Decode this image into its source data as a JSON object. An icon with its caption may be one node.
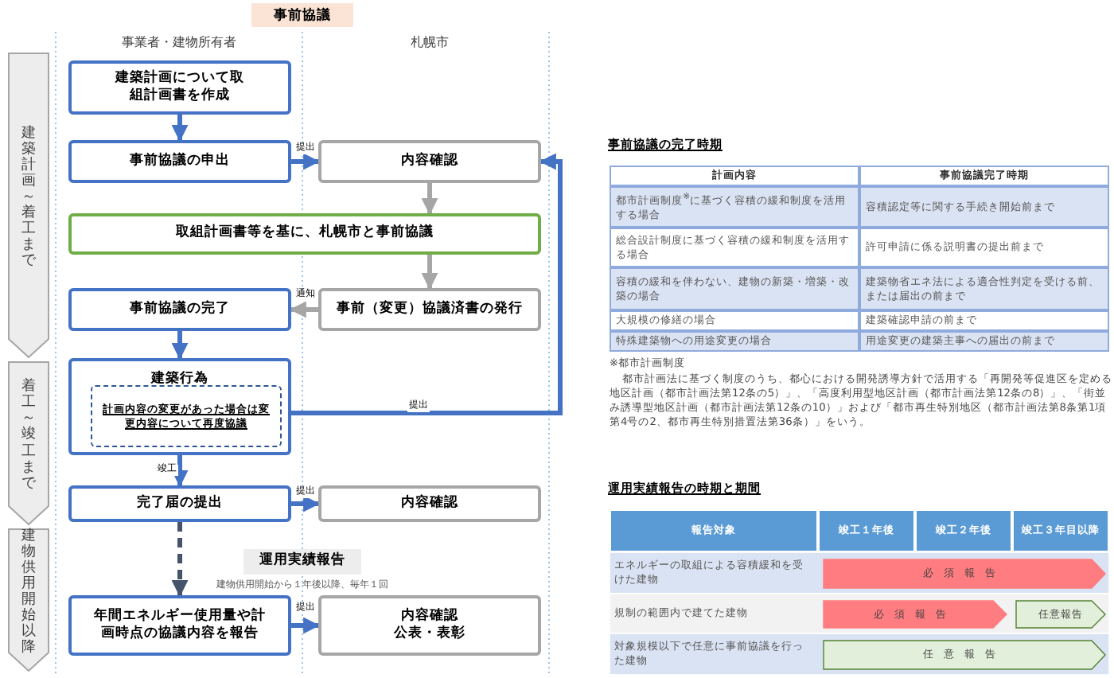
{
  "diagram": {
    "title": "事前協議",
    "nodes": [
      {
        "text": [
          "建築計画～着工まで"
        ]
      },
      {
        "text": [
          "着工～竣工まで"
        ]
      },
      {
        "text": [
          "建物供用開始以降"
        ]
      },
      {
        "text": [
          "建築計画について取組計画書を作成"
        ]
      },
      {
        "text": [
          "事前協議の申出"
        ]
      },
      {
        "text": [
          "内容確認"
        ]
      },
      {
        "text": [
          "取組計画書等を基に、札幌市と事前協議"
        ]
      },
      {
        "text": [
          "事前（変更）協議済書の発行"
        ]
      },
      {
        "text": [
          "事前協議の完了"
        ]
      },
      {
        "text": [
          "建築行為"
        ]
      },
      {
        "text": [
          "計画内容の変更があった場合は変更内容について再度協議"
        ],
        "in": 9
      },
      {
        "text": [
          "完了届の提出"
        ]
      },
      {
        "text": [
          "内容確認"
        ]
      },
      {
        "text": [
          "運用実績報告"
        ],
        "beside": [
          "建物供用開始から１年後以降、毎年１回"
        ]
      },
      {
        "text": [
          "年間エネルギー使用量や計画時点の協議内容を報告"
        ]
      },
      {
        "text": [
          "内容確認",
          "公表・表彰"
        ]
      }
    ],
    "edges": [
      {
        "from": 3,
        "to": 4,
        "arrow": "to"
      },
      {
        "from": 4,
        "to": 5,
        "arrow": "to",
        "label": "提出"
      },
      {
        "from": 5,
        "to": 6,
        "arrow": "to",
        "color": "#a6a6a6"
      },
      {
        "from": 6,
        "to": 7,
        "arrow": "to",
        "color": "#a6a6a6"
      },
      {
        "from": 7,
        "to": 8,
        "arrow": "to",
        "label": "通知",
        "color": "#a6a6a6"
      },
      {
        "from": 8,
        "to": 9,
        "arrow": "to"
      },
      {
        "from": 10,
        "to": 5,
        "arrow": "to",
        "label": "提出"
      },
      {
        "from": 9,
        "to": 11,
        "arrow": "to",
        "label": "竣工"
      },
      {
        "from": 11,
        "to": 12,
        "arrow": "to",
        "label": "提出"
      },
      {
        "from": 11,
        "to": 14,
        "arrow": "to",
        "style": "dashed",
        "color": "#44546a"
      },
      {
        "from": 14,
        "to": 15,
        "arrow": "to",
        "label": "提出"
      }
    ],
    "labels": [
      "事業者・建物所有者",
      "札幌市",
      "事前協議の完了時期",
      "計画内容",
      "事前協議完了時期",
      "都市計画制度$^{※}$に基づく容積の緩和制度を活用する場合",
      "容積認定等に関する手続き開始前まで",
      "総合設計制度に基づく容積の緩和制度を活用する場合",
      "許可申請に係る説明書の提出前まで",
      "容積の緩和を伴わない、建物の新築・増築・改築の場合",
      "建築物省エネ法による適合性判定を受ける前、または届出の前まで",
      "大規模の修繕の場合",
      "建築確認申請の前まで",
      "特殊建築物への用途変更の場合",
      "用途変更の建築主事への届出の前まで",
      "※都市計画制度",
      "都市計画法に基づく制度のうち、都心における開発誘導方針で活用する「再開発等促進区を定める地区計画（都市計画法第12条の5）」、「高度利用型地区計画（都市計画法第12条の8）」、「街並み誘導型地区計画（都市計画法第12条の10）」および「都市再生特別地区（都市計画法第8条第1項第4号の2、都市再生特別措置法第36条）」をいう。",
      "運用実績報告の時期と期間",
      "報告対象",
      "竣工１年後",
      "竣工２年後",
      "竣工３年目以降",
      "エネルギーの取組による容積緩和を受けた建物",
      "必須報告",
      "規制の範囲内で建てた建物",
      "必須報告",
      "任意報告",
      "対象規模以下で任意に事前協議を行った建物",
      "任意報告"
    ]
  }
}
